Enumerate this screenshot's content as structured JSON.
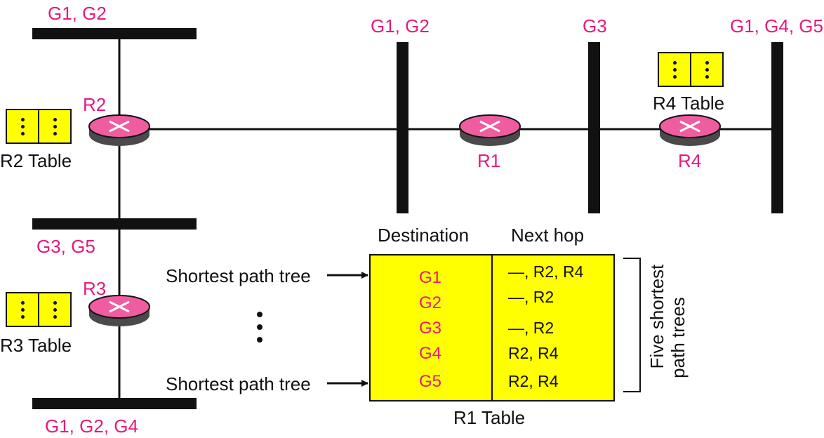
{
  "networks": {
    "top_left": "G1, G2",
    "mid_left": "G3, G5",
    "bottom_left": "G1, G2, G4",
    "r1_left": "G1, G2",
    "r1_right": "G3",
    "far_right": "G1, G4, G5"
  },
  "routers": {
    "r1": "R1",
    "r2": "R2",
    "r3": "R3",
    "r4": "R4"
  },
  "tables": {
    "r2": "R2 Table",
    "r3": "R3 Table",
    "r4": "R4 Table",
    "r1": "R1 Table"
  },
  "r1_table": {
    "headers": {
      "destination": "Destination",
      "next_hop": "Next hop"
    },
    "rows": [
      {
        "destination": "G1",
        "next_hop": "—, R2, R4"
      },
      {
        "destination": "G2",
        "next_hop": "—, R2"
      },
      {
        "destination": "G3",
        "next_hop": "—, R2"
      },
      {
        "destination": "G4",
        "next_hop": "R2, R4"
      },
      {
        "destination": "G5",
        "next_hop": "R2, R4"
      }
    ]
  },
  "annotations": {
    "spt_top": "Shortest path tree",
    "spt_bottom": "Shortest path tree",
    "bracket_line1": "Five shortest",
    "bracket_line2": "path trees"
  },
  "colors": {
    "accent": "#e6197e",
    "table_fill": "#ffff00",
    "line": "#111111"
  }
}
